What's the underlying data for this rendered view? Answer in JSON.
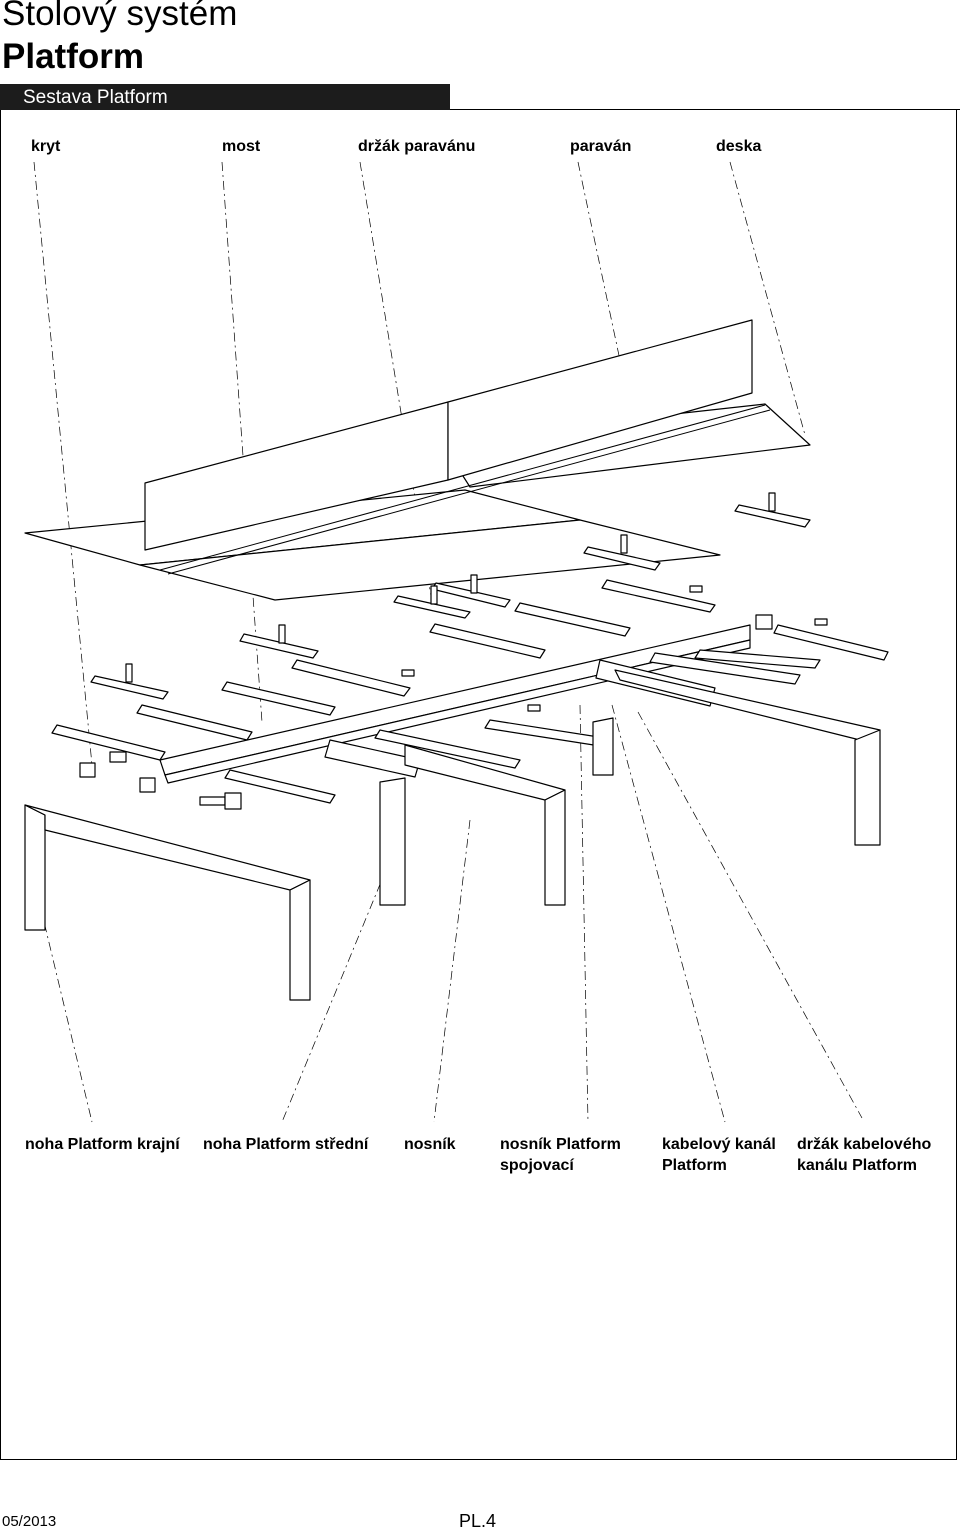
{
  "header": {
    "title_line1": "Stolový systém",
    "title_line2": "Platform",
    "section": "Sestava Platform"
  },
  "labels_top": [
    "kryt",
    "most",
    "držák paravánu",
    "paraván",
    "deska"
  ],
  "labels_bottom": [
    {
      "line1": "noha Platform krajní",
      "line2": ""
    },
    {
      "line1": "noha Platform střední",
      "line2": ""
    },
    {
      "line1": "nosník",
      "line2": ""
    },
    {
      "line1": "nosník Platform",
      "line2": "spojovací"
    },
    {
      "line1": "kabelový kanál",
      "line2": "Platform"
    },
    {
      "line1": "držák kabelového",
      "line2": "kanálu Platform"
    }
  ],
  "footer": {
    "date": "05/2013",
    "page": "PL.4"
  }
}
